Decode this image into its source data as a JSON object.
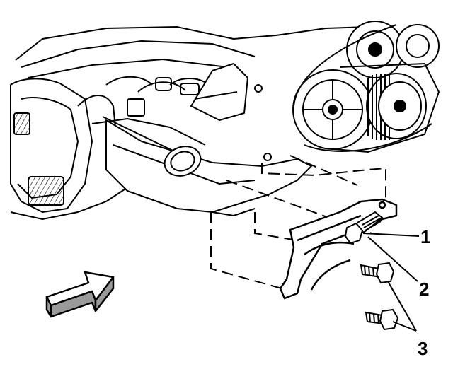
{
  "callouts": [
    {
      "id": "1",
      "label": "1"
    },
    {
      "id": "2",
      "label": "2"
    },
    {
      "id": "3",
      "label": "3"
    }
  ],
  "colors": {
    "ink": "#000000",
    "paper": "#ffffff",
    "arrow_shade": "#9a9a9a"
  }
}
